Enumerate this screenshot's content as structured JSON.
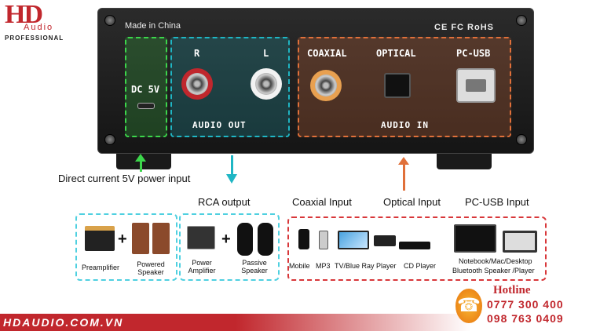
{
  "logo": {
    "brand": "HD",
    "sub": "Audio",
    "tagline": "PROFESSIONAL"
  },
  "device": {
    "made_in": "Made in China",
    "certifications": "CE FC RoHS",
    "dc_label": "DC 5V",
    "rca_right": "R",
    "rca_left": "L",
    "audio_out": "AUDIO OUT",
    "coaxial": "COAXIAL",
    "optical": "OPTICAL",
    "pcusb": "PC-USB",
    "audio_in": "AUDIO IN"
  },
  "captions": {
    "dc_power": "Direct current 5V power input",
    "rca_output": "RCA output",
    "coaxial_input": "Coaxial Input",
    "optical_input": "Optical Input",
    "pcusb_input": "PC-USB Input"
  },
  "outputs": {
    "preamplifier": "Preamplifier",
    "powered_speaker": "Powered Speaker",
    "power_amplifier": "Power Amplifier",
    "passive_speaker": "Passive Speaker"
  },
  "inputs": {
    "mobile": "Mobile",
    "mp3": "MP3",
    "tv": "TV/Blue Ray Player",
    "cd": "CD Player",
    "notebook": "Notebook/Mac/Desktop",
    "bluetooth": "Bluetooth Speaker /Player"
  },
  "footer": {
    "website": "HDAUDIO.COM.VN",
    "hotline_label": "Hotline",
    "phone_1": "0777 300 400",
    "phone_2": "098 763 0409"
  },
  "colors": {
    "brand_red": "#c1272d",
    "green": "#3cd64b",
    "teal": "#1fb6c4",
    "orange": "#e0703a"
  }
}
